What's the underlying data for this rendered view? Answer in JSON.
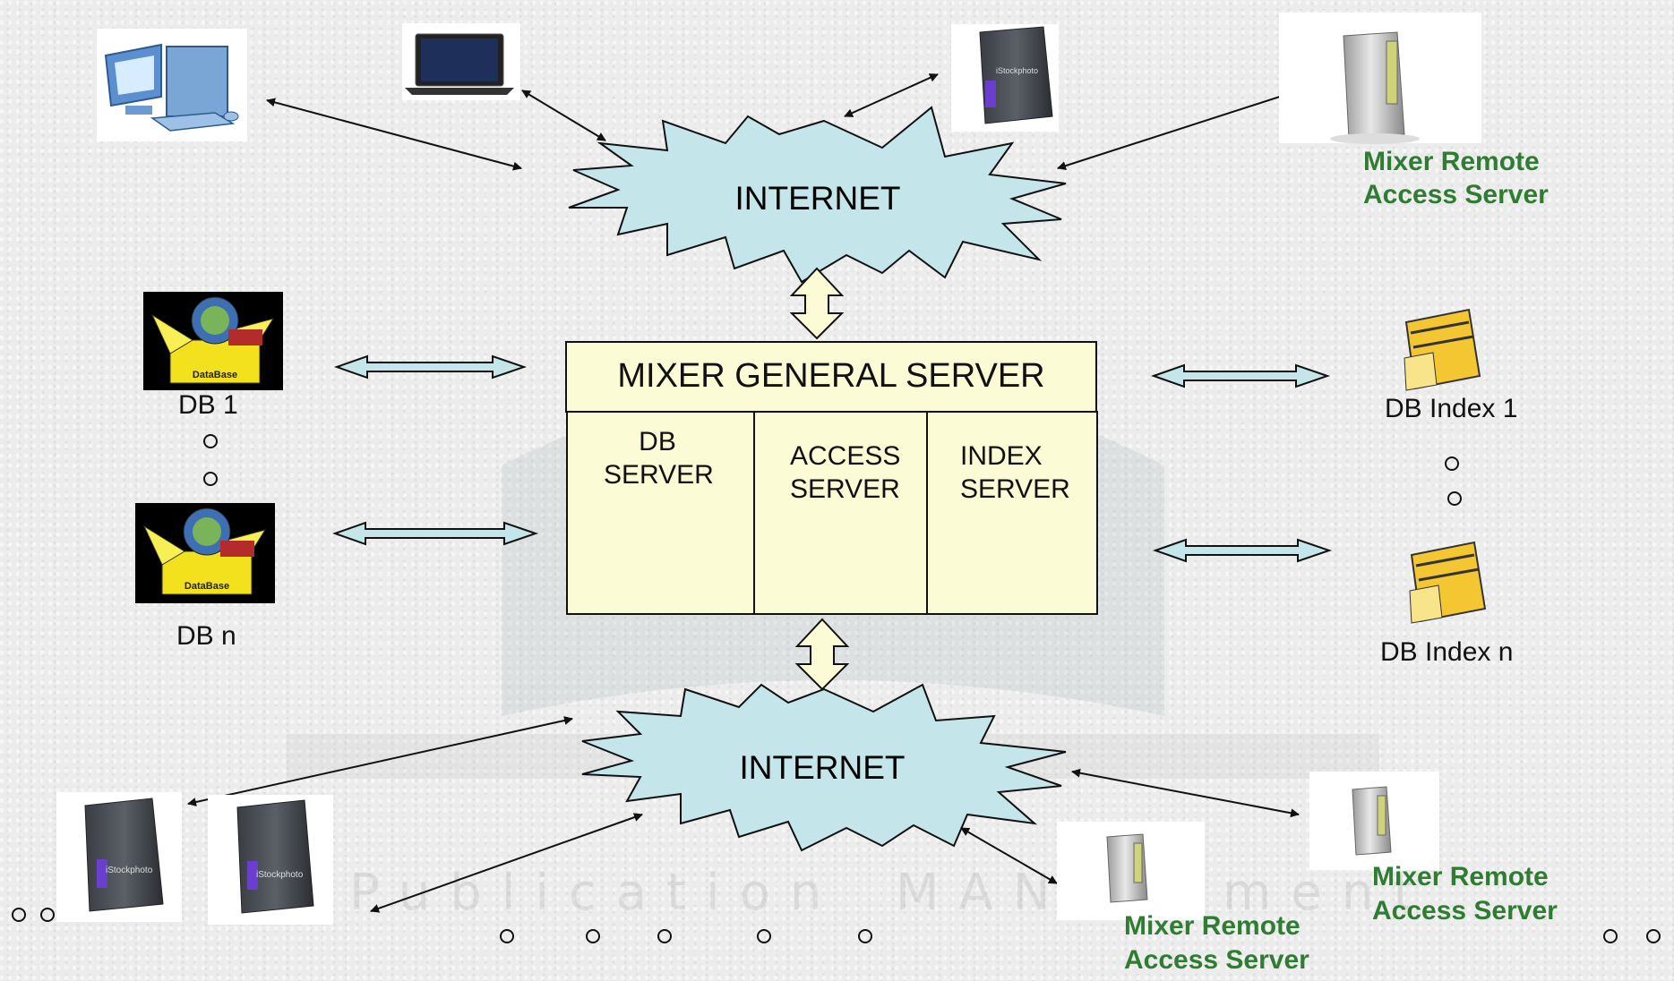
{
  "internet_top": "INTERNET",
  "internet_bottom": "INTERNET",
  "general_server": {
    "title": "MIXER GENERAL SERVER",
    "cells": [
      {
        "line1": "DB",
        "line2": "SERVER"
      },
      {
        "line1": "ACCESS",
        "line2": "SERVER"
      },
      {
        "line1": "INDEX",
        "line2": "SERVER"
      }
    ]
  },
  "databases": {
    "first": "DB 1",
    "last": "DB n",
    "box_text": "DataBase"
  },
  "indexes": {
    "first": "DB Index 1",
    "last": "DB Index n"
  },
  "remote_servers": {
    "top_right": "Mixer Remote Access Server",
    "bottom_right": "Mixer Remote Access Server",
    "bottom_center": "Mixer Remote Access Server"
  },
  "watermark": {
    "left": "Publication",
    "right": "MANagement",
    "stock": "iStockphoto"
  },
  "colors": {
    "cloud": "#c4e6ea",
    "panel": "#fbfbd6",
    "remote_label": "#2e7d32"
  }
}
